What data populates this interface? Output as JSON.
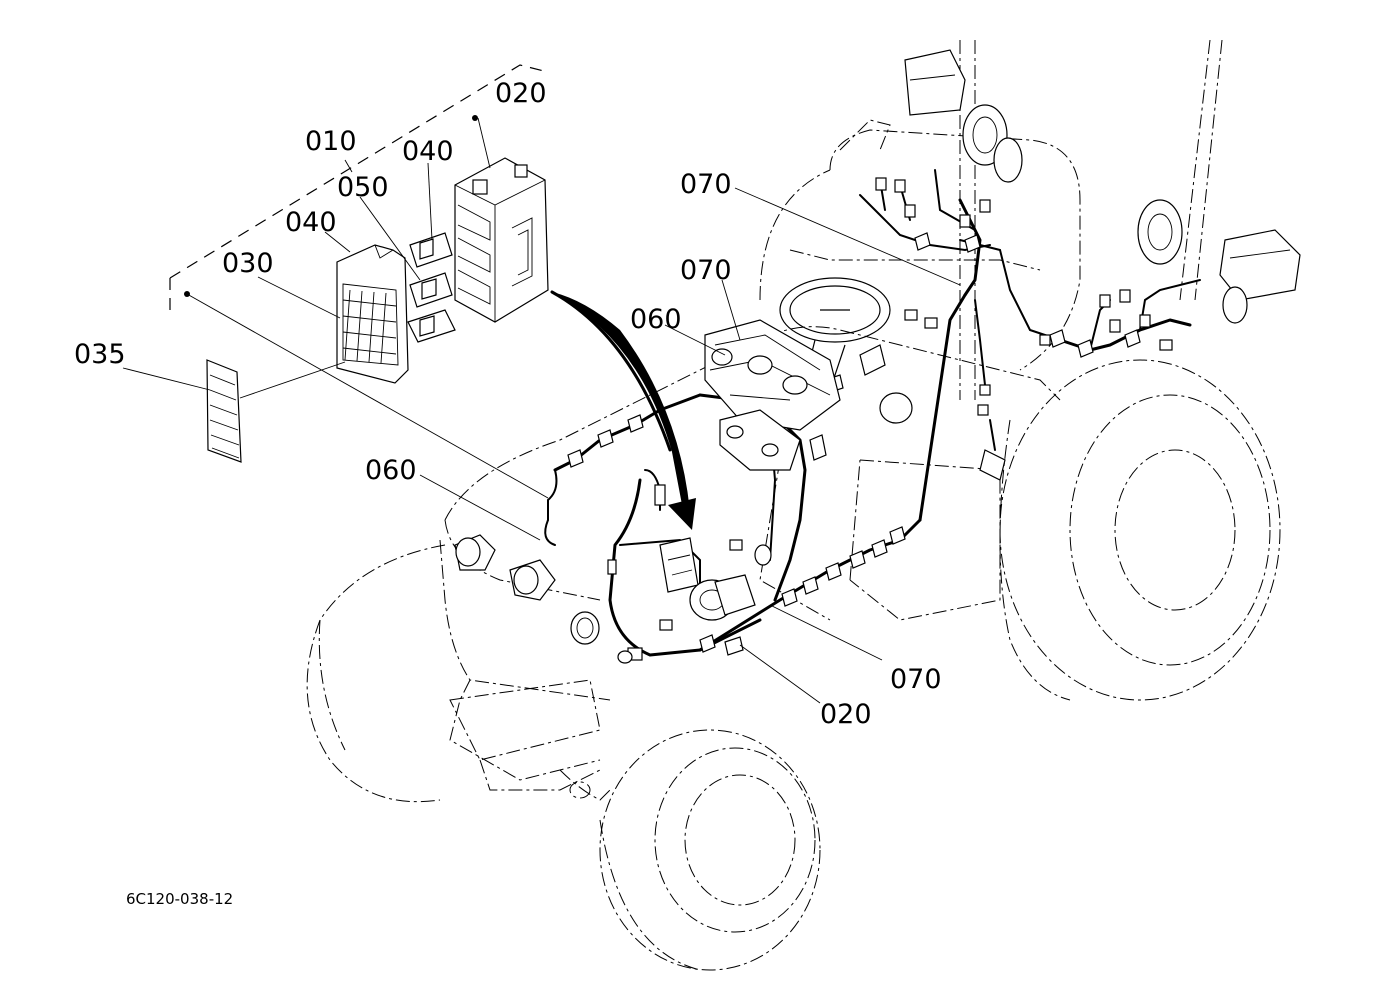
{
  "figure_code": "6C120-038-12",
  "callouts": [
    {
      "id": "c010",
      "text": "010"
    },
    {
      "id": "c020a",
      "text": "020"
    },
    {
      "id": "c040a",
      "text": "040"
    },
    {
      "id": "c050",
      "text": "050"
    },
    {
      "id": "c040b",
      "text": "040"
    },
    {
      "id": "c030",
      "text": "030"
    },
    {
      "id": "c035",
      "text": "035"
    },
    {
      "id": "c070a",
      "text": "070"
    },
    {
      "id": "c070b",
      "text": "070"
    },
    {
      "id": "c060a",
      "text": "060"
    },
    {
      "id": "c060b",
      "text": "060"
    },
    {
      "id": "c070c",
      "text": "070"
    },
    {
      "id": "c020b",
      "text": "020"
    }
  ]
}
